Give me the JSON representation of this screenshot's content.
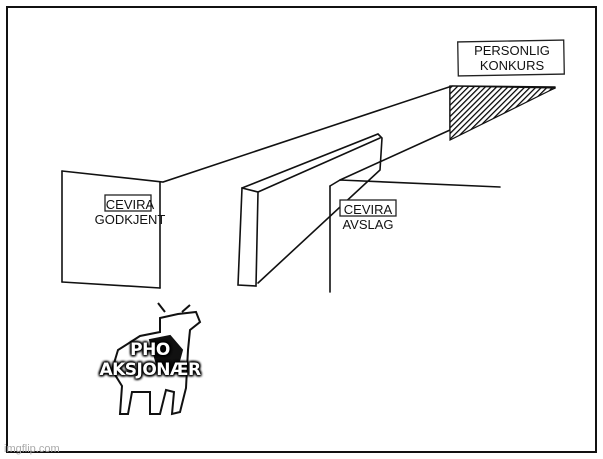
{
  "labels": {
    "personal_bankruptcy": [
      "PERSONLIG",
      "KONKURS"
    ],
    "approved": [
      "CEVIRA",
      "GODKJENT"
    ],
    "rejected": [
      "CEVIRA",
      "AVSLAG"
    ],
    "shareholder": [
      "PHO",
      "AKSJONÆR"
    ]
  },
  "watermark": "imgflip.com"
}
